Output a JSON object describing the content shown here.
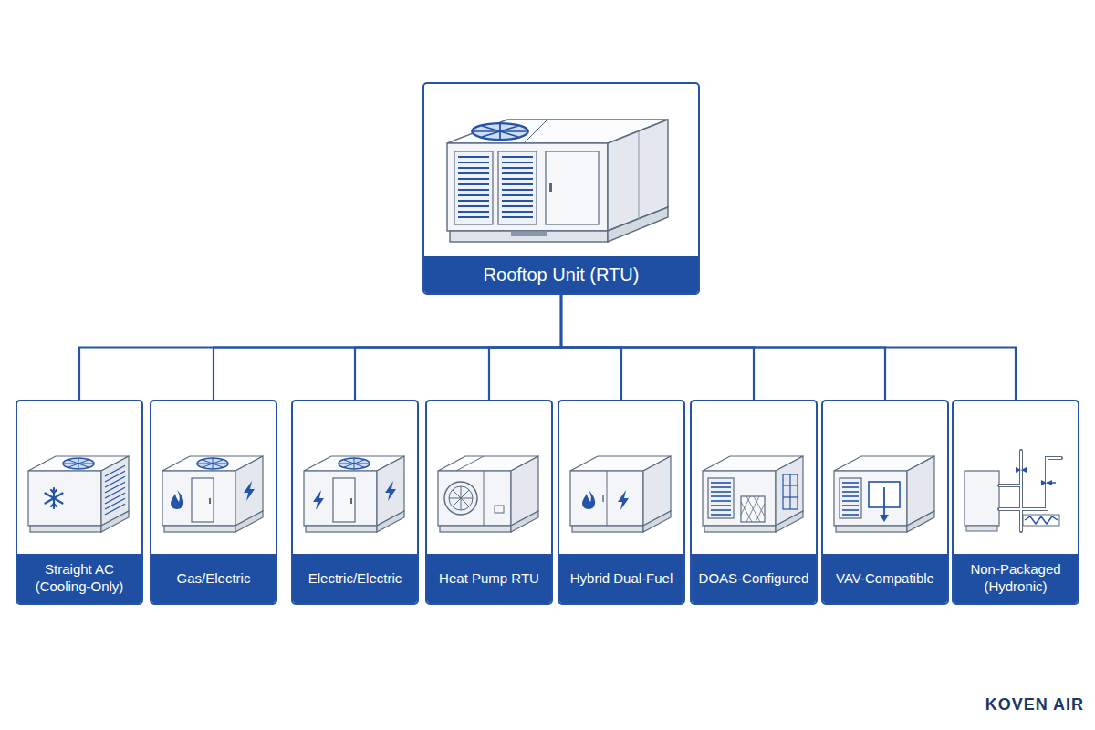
{
  "diagram": {
    "nodes": [
      {
        "text": [
          "Rooftop Unit (RTU)"
        ]
      },
      {
        "text": [
          "Straight AC (Cooling-Only)"
        ]
      },
      {
        "text": [
          "Gas/Electric"
        ]
      },
      {
        "text": [
          "Electric/Electric"
        ]
      },
      {
        "text": [
          "Heat Pump RTU"
        ]
      },
      {
        "text": [
          "Hybrid Dual-Fuel"
        ]
      },
      {
        "text": [
          "DOAS-Configured"
        ]
      },
      {
        "text": [
          "VAV-Compatible"
        ]
      },
      {
        "text": [
          "Non-Packaged (Hydronic)"
        ]
      }
    ],
    "edges": [
      {
        "from": 0,
        "to": 1,
        "arrow": "none"
      },
      {
        "from": 0,
        "to": 2,
        "arrow": "none"
      },
      {
        "from": 0,
        "to": 3,
        "arrow": "none"
      },
      {
        "from": 0,
        "to": 4,
        "arrow": "none"
      },
      {
        "from": 0,
        "to": 5,
        "arrow": "none"
      },
      {
        "from": 0,
        "to": 6,
        "arrow": "none"
      },
      {
        "from": 0,
        "to": 7,
        "arrow": "none"
      },
      {
        "from": 0,
        "to": 8,
        "arrow": "none"
      }
    ],
    "labels": [
      "KOVEN AIR"
    ]
  }
}
